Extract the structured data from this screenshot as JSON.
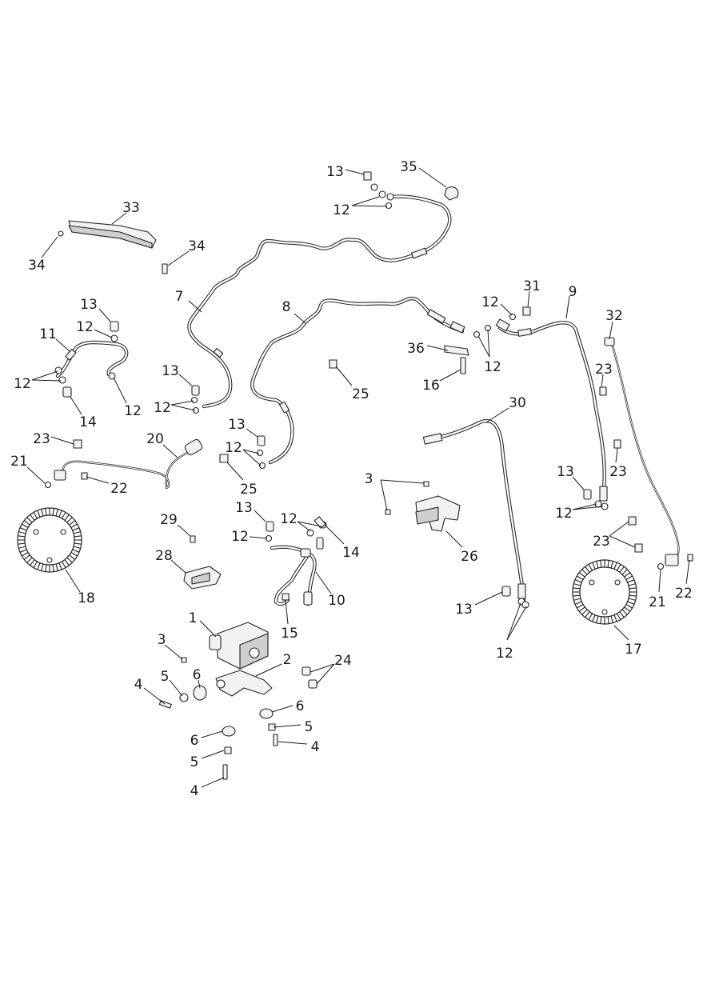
{
  "callouts": [
    {
      "n": "1"
    },
    {
      "n": "2"
    },
    {
      "n": "3"
    },
    {
      "n": "3"
    },
    {
      "n": "4"
    },
    {
      "n": "4"
    },
    {
      "n": "4"
    },
    {
      "n": "5"
    },
    {
      "n": "5"
    },
    {
      "n": "5"
    },
    {
      "n": "6"
    },
    {
      "n": "6"
    },
    {
      "n": "6"
    },
    {
      "n": "7"
    },
    {
      "n": "8"
    },
    {
      "n": "9"
    },
    {
      "n": "10"
    },
    {
      "n": "11"
    },
    {
      "n": "12"
    },
    {
      "n": "12"
    },
    {
      "n": "12"
    },
    {
      "n": "12"
    },
    {
      "n": "12"
    },
    {
      "n": "12"
    },
    {
      "n": "12"
    },
    {
      "n": "12"
    },
    {
      "n": "12"
    },
    {
      "n": "12"
    },
    {
      "n": "12"
    },
    {
      "n": "12"
    },
    {
      "n": "13"
    },
    {
      "n": "13"
    },
    {
      "n": "13"
    },
    {
      "n": "13"
    },
    {
      "n": "13"
    },
    {
      "n": "13"
    },
    {
      "n": "13"
    },
    {
      "n": "14"
    },
    {
      "n": "14"
    },
    {
      "n": "15"
    },
    {
      "n": "16"
    },
    {
      "n": "17"
    },
    {
      "n": "18"
    },
    {
      "n": "20"
    },
    {
      "n": "21"
    },
    {
      "n": "21"
    },
    {
      "n": "22"
    },
    {
      "n": "22"
    },
    {
      "n": "23"
    },
    {
      "n": "23"
    },
    {
      "n": "23"
    },
    {
      "n": "23"
    },
    {
      "n": "24"
    },
    {
      "n": "25"
    },
    {
      "n": "25"
    },
    {
      "n": "26"
    },
    {
      "n": "28"
    },
    {
      "n": "29"
    },
    {
      "n": "30"
    },
    {
      "n": "31"
    },
    {
      "n": "32"
    },
    {
      "n": "33"
    },
    {
      "n": "34"
    },
    {
      "n": "34"
    },
    {
      "n": "35"
    },
    {
      "n": "36"
    }
  ]
}
